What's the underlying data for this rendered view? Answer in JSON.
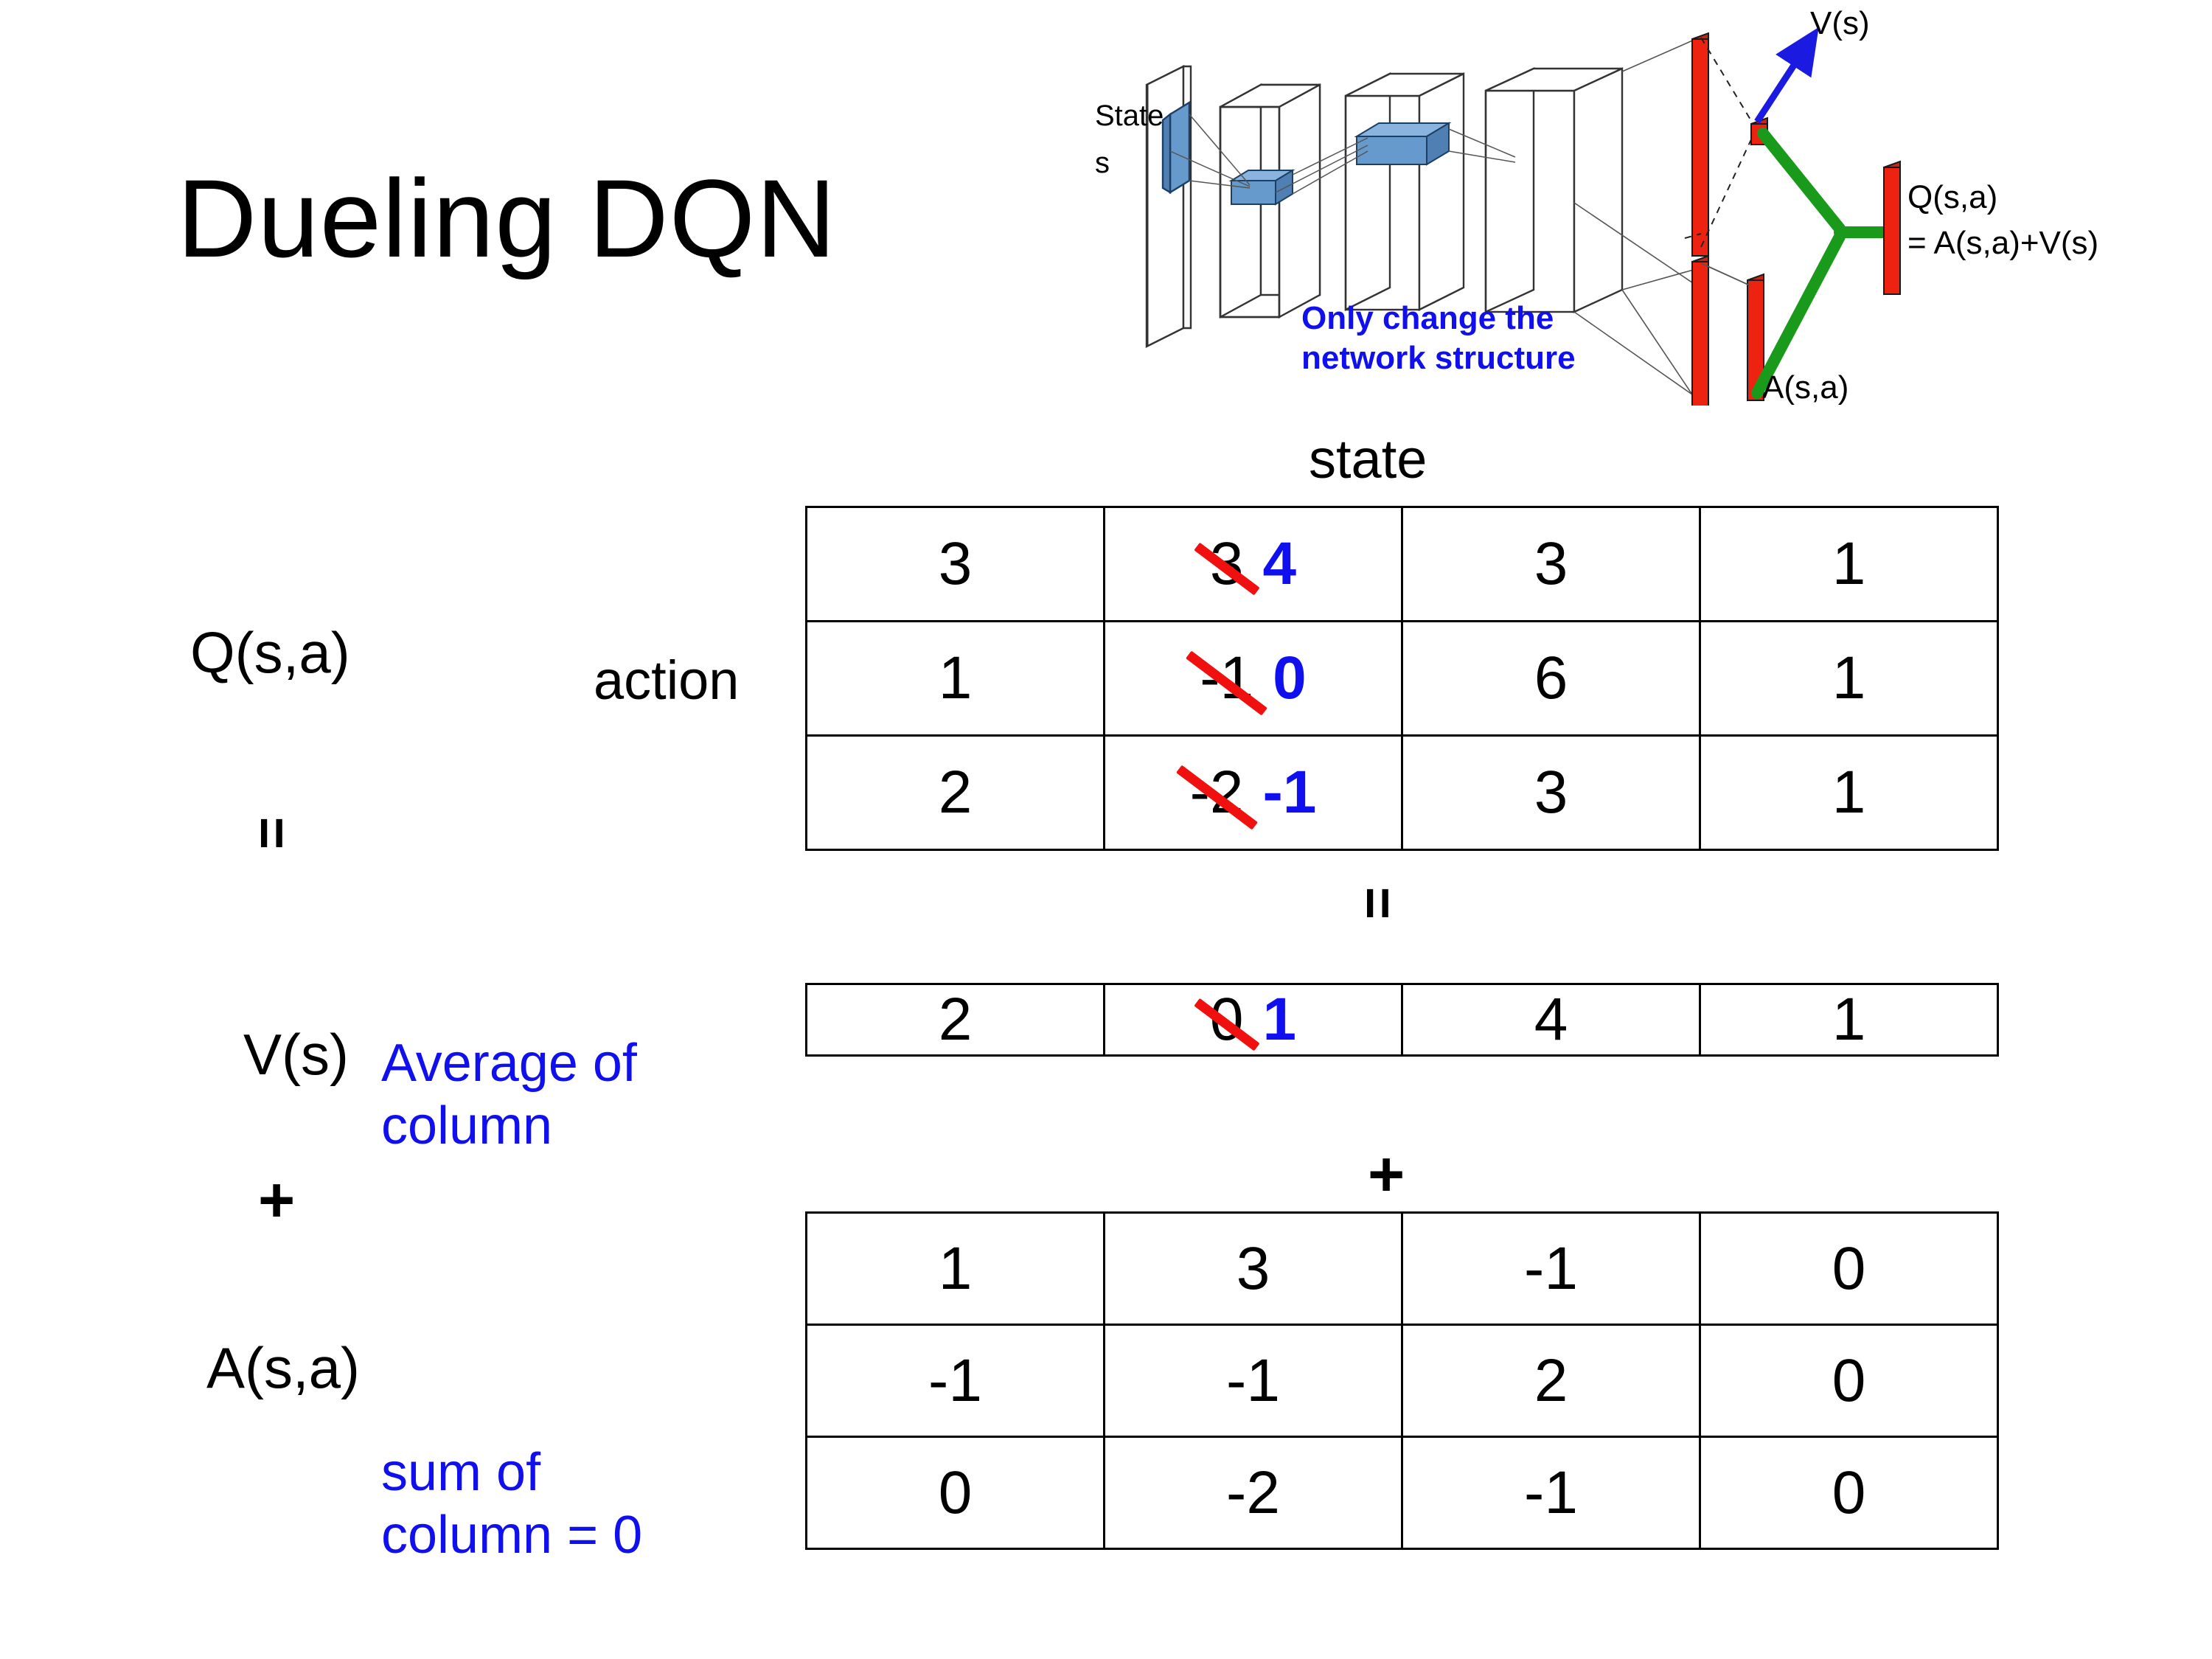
{
  "slide": {
    "title": "Dueling DQN",
    "background_color": "#ffffff"
  },
  "colors": {
    "accent_blue": "#1010EE",
    "strike_red": "#F01010",
    "diagram_red": "#EE2211",
    "diagram_green": "#1A9A1A",
    "diagram_blue_block": "#6699CC",
    "text_black": "#000000"
  },
  "labels": {
    "q_label": "Q(s,a)",
    "v_label": "V(s)",
    "a_label": "A(s,a)",
    "action_axis": "action",
    "state_axis": "state",
    "equals_q_v": "=",
    "equals_table": "=",
    "plus_left": "+",
    "plus_table": "+"
  },
  "notes": {
    "average_of_column": "Average of\ncolumn",
    "sum_of_column": "sum of\ncolumn = 0"
  },
  "diagram": {
    "state_label": "State\ns",
    "only_change_note": "Only change the\nnetwork structure",
    "v_output": "V(s)",
    "a_output": "A(s,a)",
    "q_output_line1": "Q(s,a)",
    "q_output_line2": "= A(s,a)+V(s)"
  },
  "chart_data": {
    "type": "table",
    "title": "Dueling DQN decomposition Q(s,a) = V(s) + A(s,a)",
    "tables": [
      {
        "name": "Q(s,a)",
        "row_axis": "action",
        "col_axis": "state",
        "rows": 3,
        "cols": 4,
        "values": [
          [
            "3",
            "3",
            "3",
            "1"
          ],
          [
            "1",
            "-1",
            "6",
            "1"
          ],
          [
            "2",
            "-2",
            "3",
            "1"
          ]
        ],
        "edits": [
          {
            "row": 0,
            "col": 1,
            "old": "3",
            "new": "4"
          },
          {
            "row": 1,
            "col": 1,
            "old": "-1",
            "new": "0"
          },
          {
            "row": 2,
            "col": 1,
            "old": "-2",
            "new": "-1"
          }
        ]
      },
      {
        "name": "V(s)",
        "rows": 1,
        "cols": 4,
        "values": [
          [
            "2",
            "0",
            "4",
            "1"
          ]
        ],
        "edits": [
          {
            "row": 0,
            "col": 1,
            "old": "0",
            "new": "1"
          }
        ]
      },
      {
        "name": "A(s,a)",
        "rows": 3,
        "cols": 4,
        "values": [
          [
            "1",
            "3",
            "-1",
            "0"
          ],
          [
            "-1",
            "-1",
            "2",
            "0"
          ],
          [
            "0",
            "-2",
            "-1",
            "0"
          ]
        ],
        "edits": []
      }
    ]
  }
}
